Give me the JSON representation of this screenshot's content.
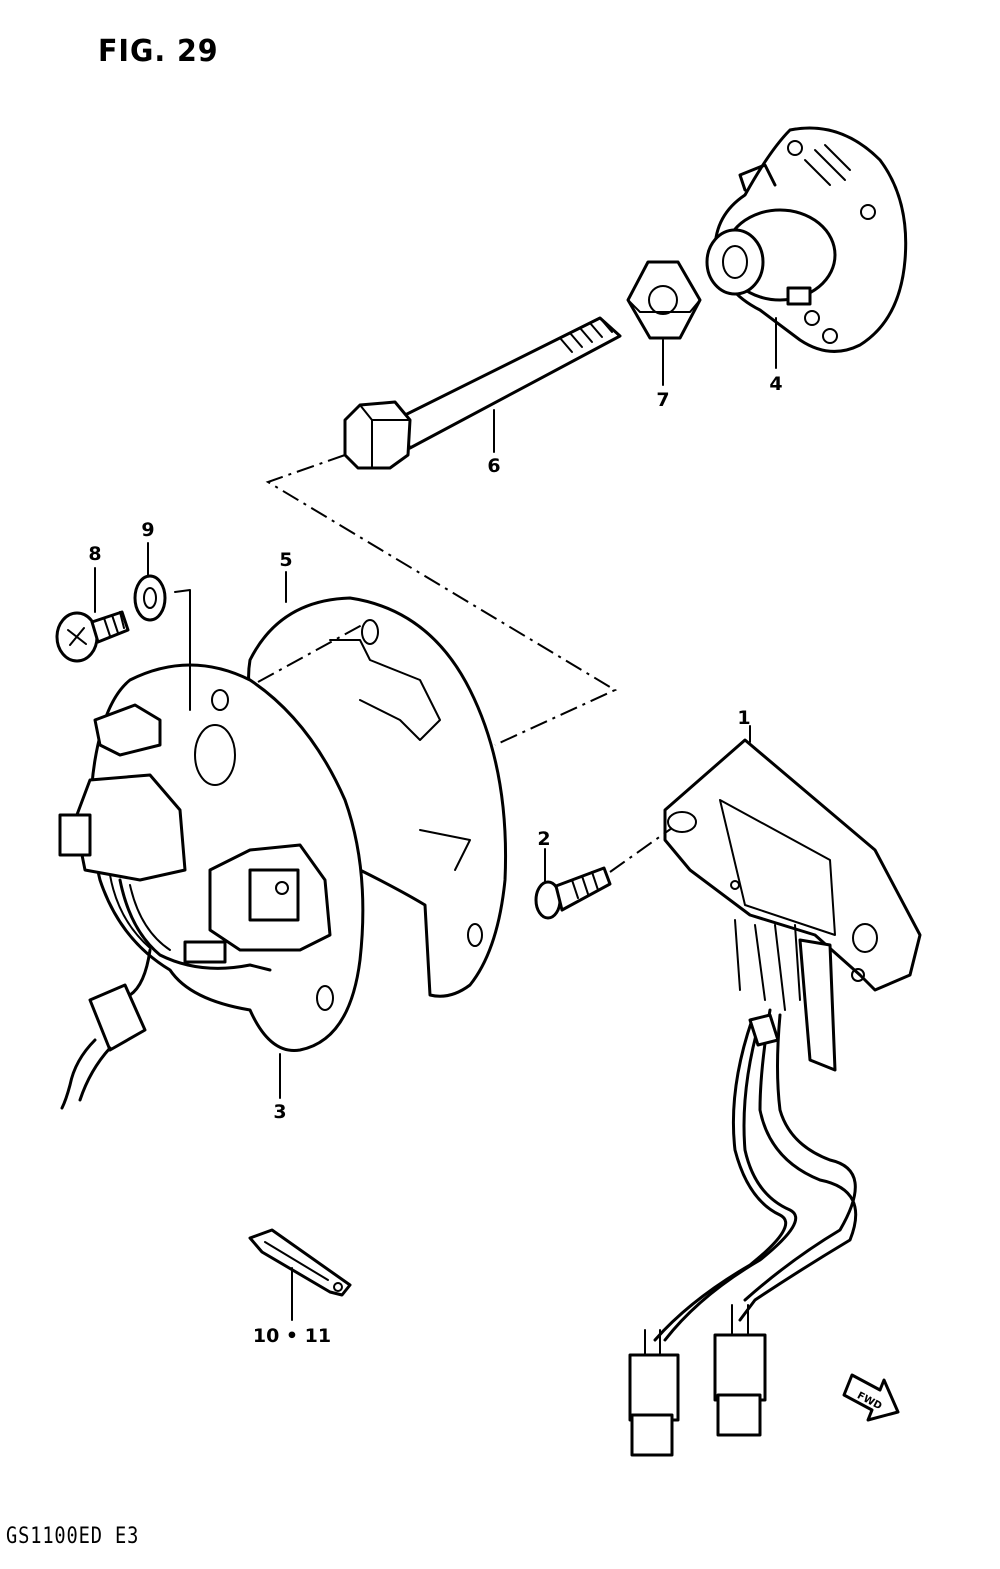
{
  "figure": {
    "title": "FIG. 29",
    "model_code": "GS1100ED E3"
  },
  "callouts": [
    {
      "id": "c1",
      "text": "1"
    },
    {
      "id": "c2",
      "text": "2"
    },
    {
      "id": "c3",
      "text": "3"
    },
    {
      "id": "c4",
      "text": "4"
    },
    {
      "id": "c5",
      "text": "5"
    },
    {
      "id": "c6",
      "text": "6"
    },
    {
      "id": "c7",
      "text": "7"
    },
    {
      "id": "c8",
      "text": "8"
    },
    {
      "id": "c9",
      "text": "9"
    },
    {
      "id": "c10",
      "text": "10 • 11"
    }
  ],
  "fwd_marker": {
    "label": "FWD"
  }
}
